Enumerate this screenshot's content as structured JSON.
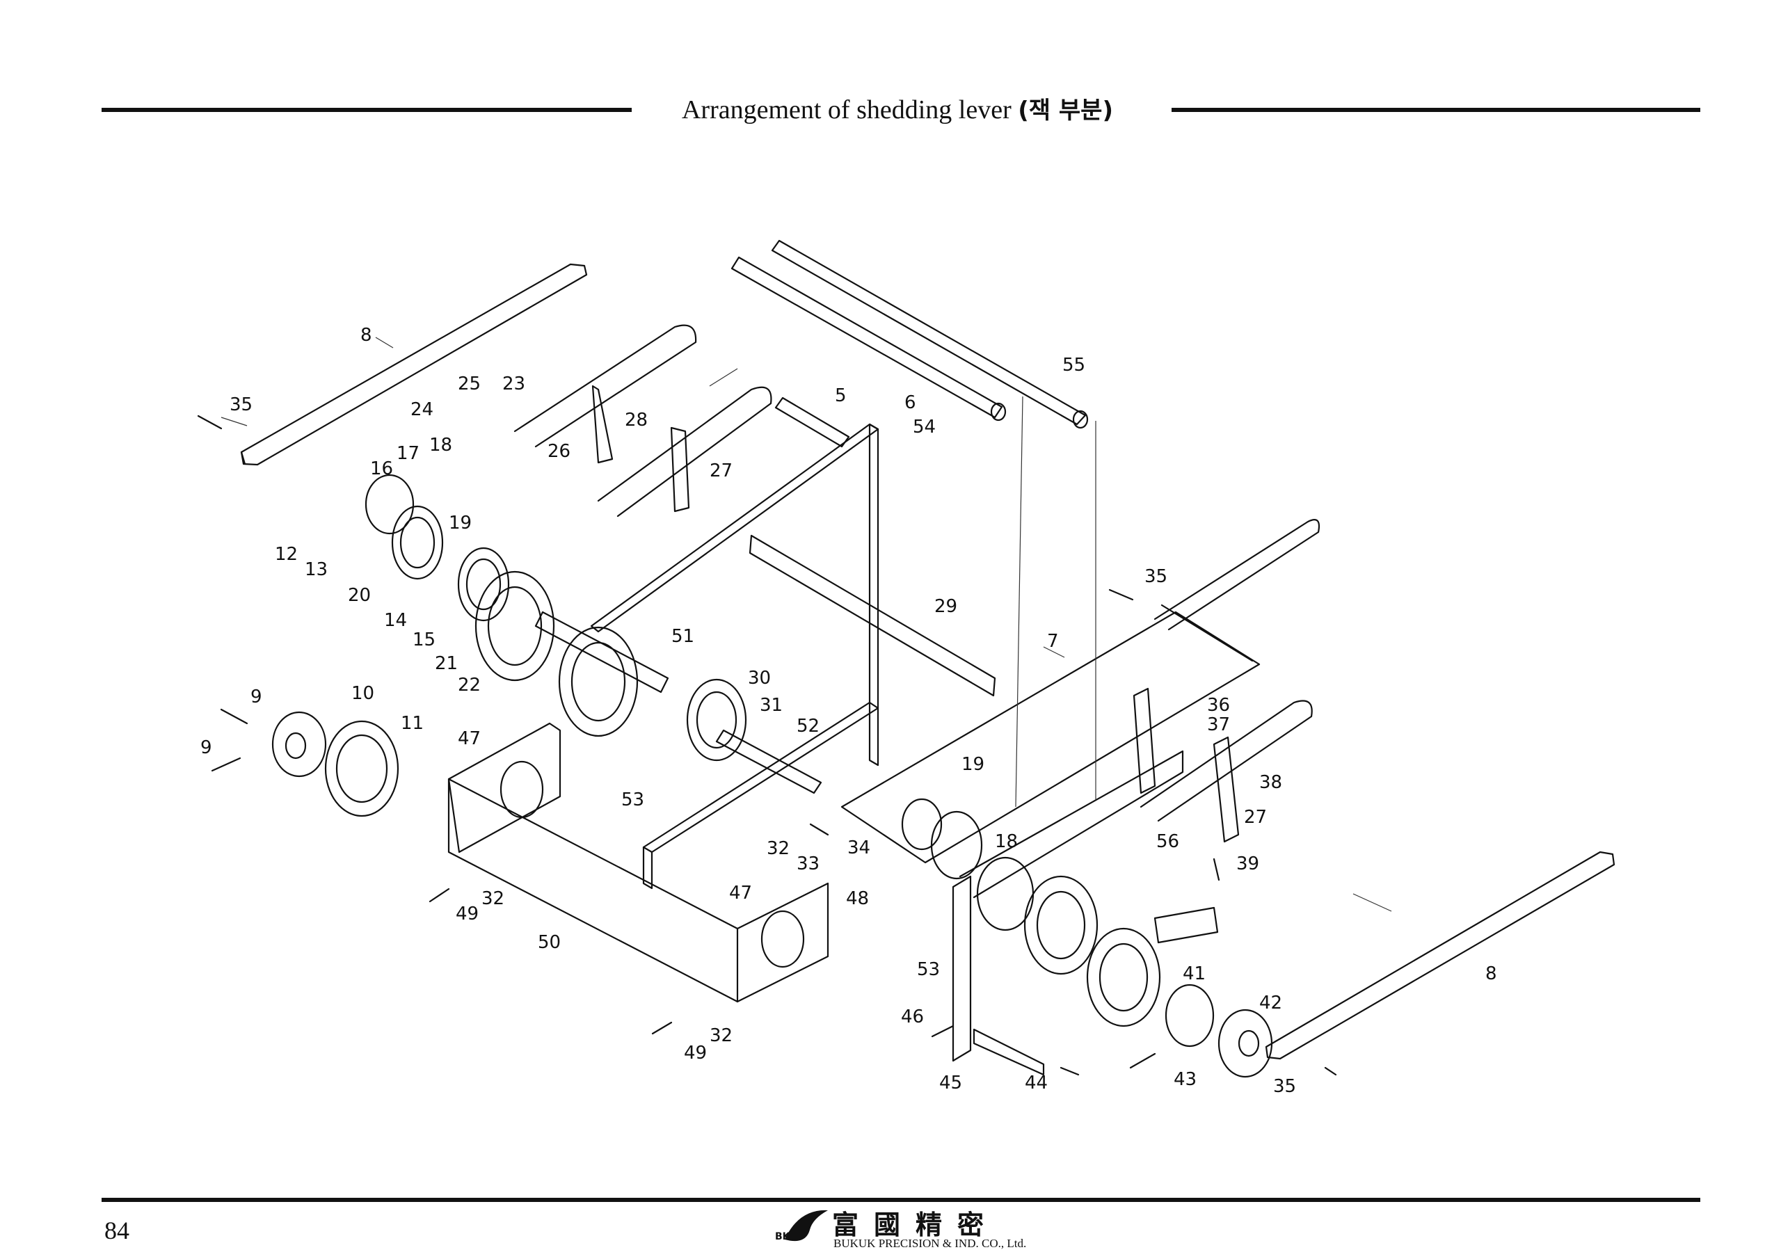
{
  "header": {
    "title_en": "Arrangement of shedding lever",
    "title_ko": "(잭 부분)"
  },
  "parts": [
    {
      "label": "8"
    },
    {
      "label": "35"
    },
    {
      "label": "25"
    },
    {
      "label": "23"
    },
    {
      "label": "24"
    },
    {
      "label": "18"
    },
    {
      "label": "17"
    },
    {
      "label": "16"
    },
    {
      "label": "28"
    },
    {
      "label": "26"
    },
    {
      "label": "27"
    },
    {
      "label": "5"
    },
    {
      "label": "6"
    },
    {
      "label": "54"
    },
    {
      "label": "55"
    },
    {
      "label": "12"
    },
    {
      "label": "13"
    },
    {
      "label": "19"
    },
    {
      "label": "20"
    },
    {
      "label": "14"
    },
    {
      "label": "15"
    },
    {
      "label": "21"
    },
    {
      "label": "22"
    },
    {
      "label": "51"
    },
    {
      "label": "29"
    },
    {
      "label": "35"
    },
    {
      "label": "7"
    },
    {
      "label": "9"
    },
    {
      "label": "10"
    },
    {
      "label": "11"
    },
    {
      "label": "9"
    },
    {
      "label": "30"
    },
    {
      "label": "31"
    },
    {
      "label": "47"
    },
    {
      "label": "52"
    },
    {
      "label": "36"
    },
    {
      "label": "37"
    },
    {
      "label": "53"
    },
    {
      "label": "19"
    },
    {
      "label": "38"
    },
    {
      "label": "32"
    },
    {
      "label": "33"
    },
    {
      "label": "34"
    },
    {
      "label": "27"
    },
    {
      "label": "56"
    },
    {
      "label": "18"
    },
    {
      "label": "39"
    },
    {
      "label": "32"
    },
    {
      "label": "49"
    },
    {
      "label": "47"
    },
    {
      "label": "48"
    },
    {
      "label": "50"
    },
    {
      "label": "53"
    },
    {
      "label": "41"
    },
    {
      "label": "8"
    },
    {
      "label": "46"
    },
    {
      "label": "42"
    },
    {
      "label": "32"
    },
    {
      "label": "49"
    },
    {
      "label": "45"
    },
    {
      "label": "44"
    },
    {
      "label": "43"
    },
    {
      "label": "35"
    }
  ],
  "footer": {
    "page_number": "84",
    "logo_mark": "BK",
    "logo_chinese": "富國精密",
    "logo_english": "BUKUK PRECISION & IND. CO., Ltd."
  }
}
